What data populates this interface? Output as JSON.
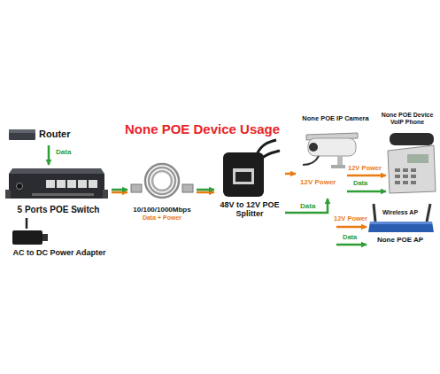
{
  "diagram": {
    "title": "None POE Device Usage",
    "nodes": [
      {
        "text": [
          "Router"
        ]
      },
      {
        "text": [
          "5 Ports POE Switch"
        ]
      },
      {
        "text": [
          "AC to DC Power Adapter"
        ]
      },
      {
        "text": [
          "10/100/1000Mbps",
          "Data + Power"
        ]
      },
      {
        "text": [
          "48V to 12V POE Splitter"
        ]
      },
      {
        "text": [
          "None POE IP Camera"
        ]
      },
      {
        "text": [
          "None POE Device VoIP Phone"
        ]
      },
      {
        "text": [
          "Wireless AP",
          "None POE AP"
        ]
      }
    ],
    "edges": [
      {
        "from": 0,
        "to": 1,
        "label": "Data",
        "arrow": "to"
      },
      {
        "from": 1,
        "to": 3,
        "arrow": "to"
      },
      {
        "from": 2,
        "to": 1,
        "arrow": "none"
      },
      {
        "from": 3,
        "to": 4,
        "arrow": "to"
      },
      {
        "from": 4,
        "to": 5,
        "label": "12V Power",
        "arrow": "to"
      },
      {
        "from": 4,
        "to": 5,
        "label": "Data",
        "arrow": "to"
      }
    ],
    "labels": [
      "12V Power",
      "Data",
      "12V Power",
      "Data"
    ]
  }
}
